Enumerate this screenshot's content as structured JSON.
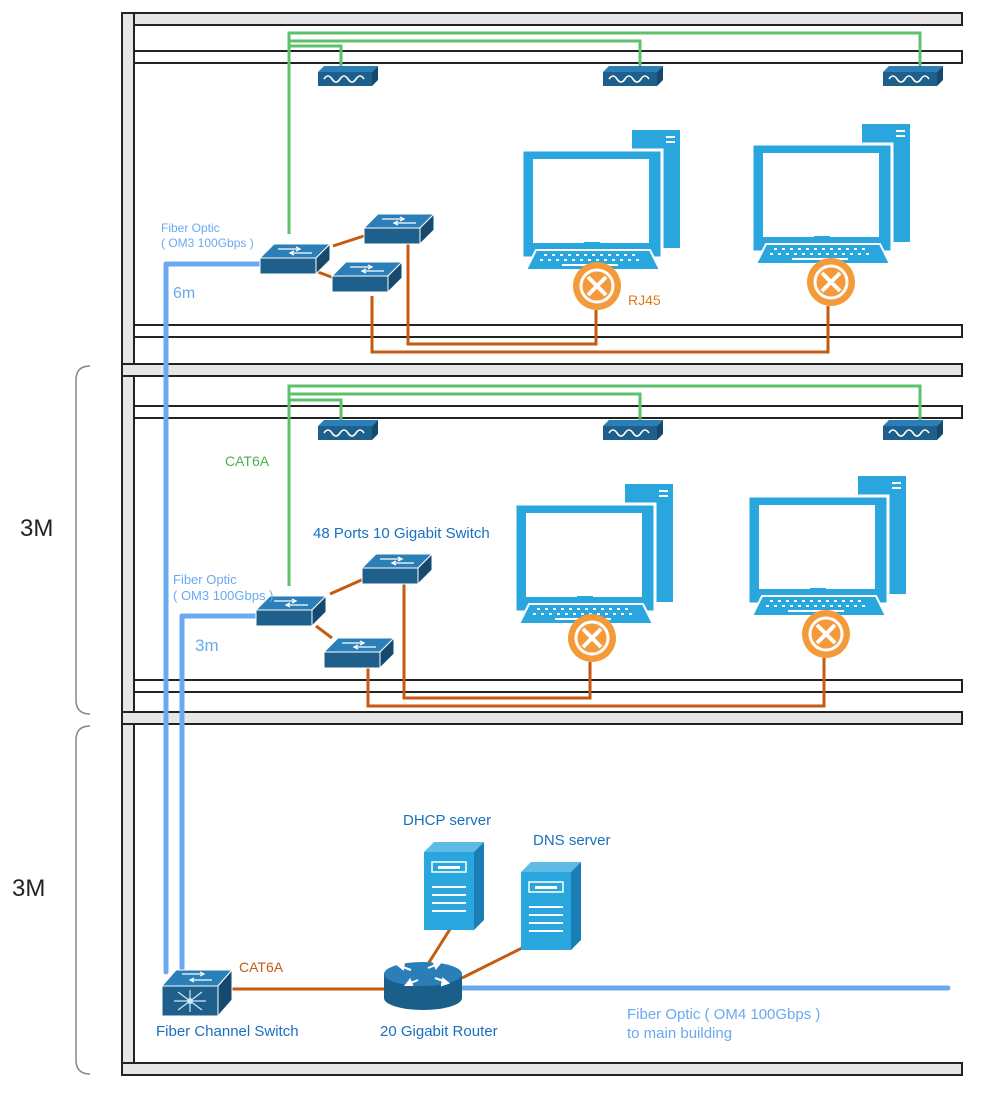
{
  "colors": {
    "fiber": "#6aa9f0",
    "cat6a_green": "#5cc16a",
    "ethernet": "#c55a11",
    "device_blue": "#2aa6df",
    "device_dark": "#1f5f8b",
    "rj45_orange": "#f59a3a",
    "label_blue": "#1a6fbf",
    "label_green": "#4caf50",
    "label_orange": "#e07b1a"
  },
  "labels": {
    "height_upper": "3M",
    "height_lower": "3M",
    "fiber_top": "Fiber Optic",
    "fiber_top_spec": "( OM3 100Gbps )",
    "fiber_top_len": "6m",
    "rj45": "RJ45",
    "cat6a_mid": "CAT6A",
    "switch_48": "48 Ports 10 Gigabit Switch",
    "fiber_mid": "Fiber Optic",
    "fiber_mid_spec": "( OM3 100Gbps )",
    "fiber_mid_len": "3m",
    "dhcp": "DHCP server",
    "dns": "DNS server",
    "cat6a_bottom": "CAT6A",
    "fc_switch": "Fiber Channel Switch",
    "router": "20 Gigabit Router",
    "fiber_main": "Fiber Optic ( OM4 100Gbps )",
    "fiber_main_dest": "to main building"
  },
  "icons": [
    "wireless-access-point-icon",
    "workgroup-switch-icon",
    "desktop-computer-icon",
    "rj45-port-icon",
    "server-icon",
    "router-icon",
    "fiber-channel-switch-icon"
  ]
}
